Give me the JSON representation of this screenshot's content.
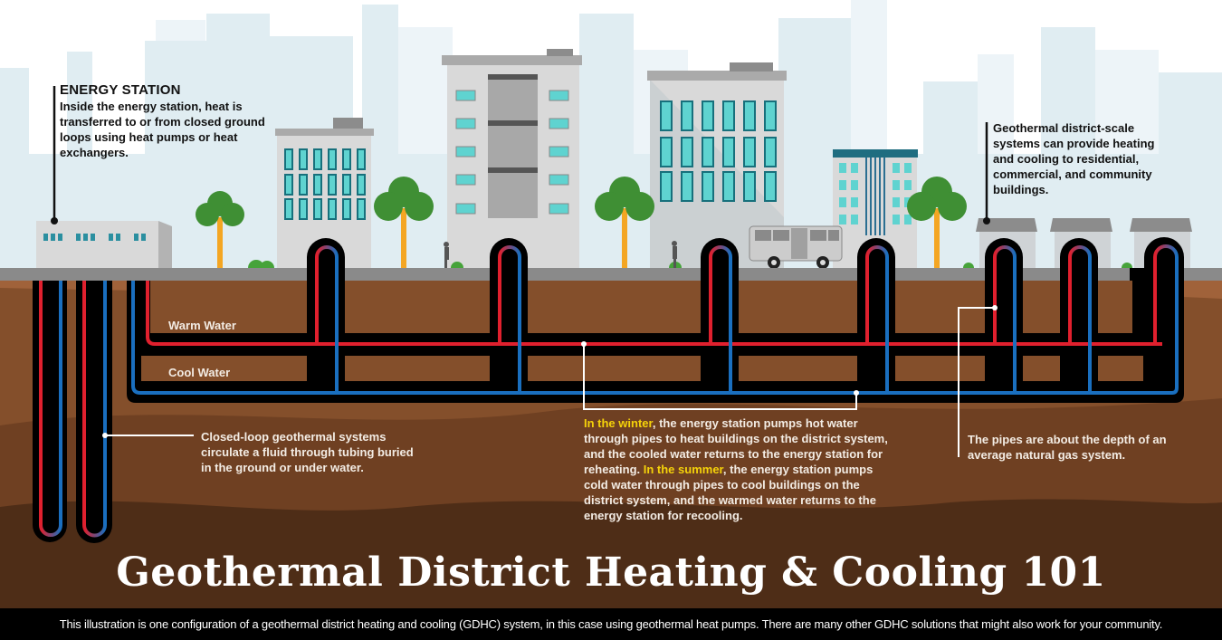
{
  "title": "Geothermal District Heating & Cooling 101",
  "footer": "This illustration is one configuration of a geothermal district heating and cooling (GDHC) system, in this case using geothermal heat pumps. There are many other GDHC solutions that might also work for your community.",
  "callouts": {
    "energy_station": {
      "title": "ENERGY STATION",
      "body": "Inside the energy station, heat is transferred to or from closed ground loops using heat pumps or heat exchangers."
    },
    "district_scale": {
      "body": "Geothermal district-scale systems can provide heating and cooling to residential, commercial, and community buildings."
    },
    "closed_loop": {
      "body": "Closed-loop geothermal systems circulate a fluid through tubing buried in the ground or under water."
    },
    "seasons": {
      "winter_highlight": "In the winter",
      "winter_text": ", the energy station pumps hot water through pipes to heat buildings on the district system, and the cooled water returns to the energy station for reheating. ",
      "summer_highlight": "In the summer",
      "summer_text": ", the energy station pumps cold water through pipes to cool buildings on the district system, and the warmed water returns to the energy station for recooling."
    },
    "depth": {
      "body": "The pipes are about the depth of an average natural gas system."
    }
  },
  "pipe_labels": {
    "warm": "Warm Water",
    "cool": "Cool Water"
  },
  "colors": {
    "sky": "#ffffff",
    "skyline": "#dbeaf0",
    "ground_top": "#a0623a",
    "ground_mid": "#844f2b",
    "ground_deep": "#4e2d17",
    "road": "#8a8a8a",
    "warm_pipe": "#e0202e",
    "cool_pipe": "#1a6fbf",
    "pipe_casing": "#000000",
    "highlight": "#f5d20a",
    "window": "#5fd3d0",
    "tree": "#3f8f34",
    "trunk": "#f4a623"
  },
  "scene": {
    "loops_x": [
      360,
      561,
      795,
      968,
      1103,
      1186,
      1271
    ],
    "wells_x": [
      55,
      105
    ]
  }
}
